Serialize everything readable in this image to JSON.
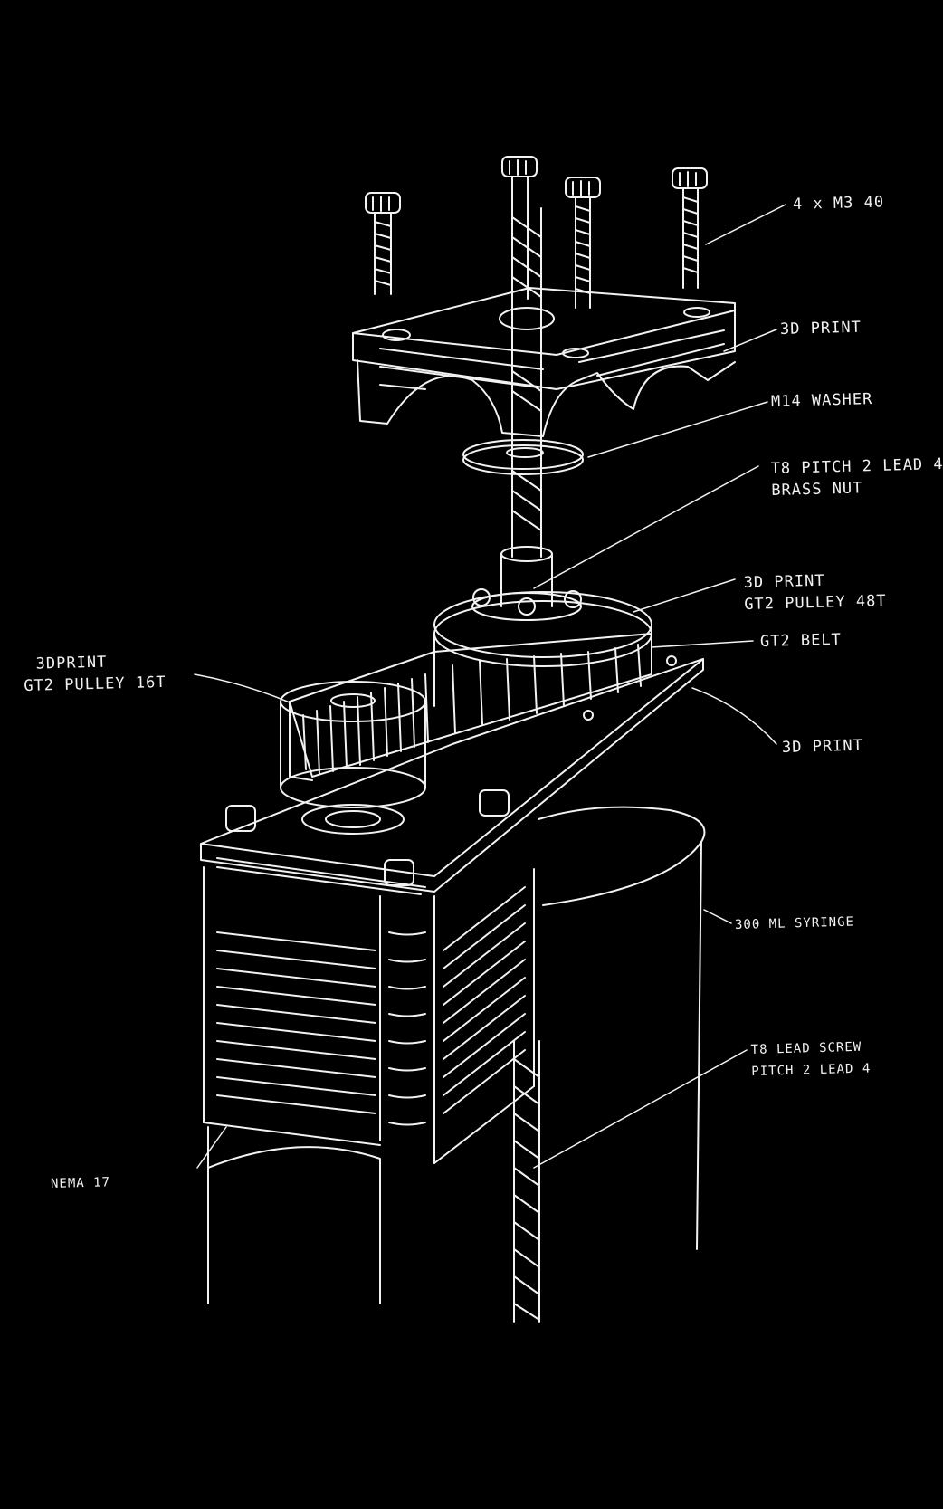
{
  "labels": {
    "screws": {
      "lines": [
        "4 x M3 40"
      ]
    },
    "top_mount": {
      "lines": [
        "3D PRINT"
      ]
    },
    "washer": {
      "lines": [
        "M14 WASHER"
      ]
    },
    "brass_nut": {
      "lines": [
        "T8 PITCH 2 LEAD 4",
        "BRASS NUT"
      ]
    },
    "large_pulley": {
      "lines": [
        "3D PRINT",
        "GT2 PULLEY 48T"
      ]
    },
    "belt": {
      "lines": [
        "GT2 BELT"
      ]
    },
    "small_pulley": {
      "lines": [
        "3DPRINT",
        "GT2 PULLEY 16T"
      ]
    },
    "plate": {
      "lines": [
        "3D PRINT"
      ]
    },
    "syringe": {
      "lines": [
        "300 ML SYRINGE"
      ]
    },
    "lead_screw": {
      "lines": [
        "T8 LEAD SCREW",
        "PITCH 2 LEAD 4"
      ]
    },
    "motor": {
      "lines": [
        "NEMA 17"
      ]
    }
  },
  "colors": {
    "background": "#000000",
    "ink": "#f2f2f2"
  }
}
